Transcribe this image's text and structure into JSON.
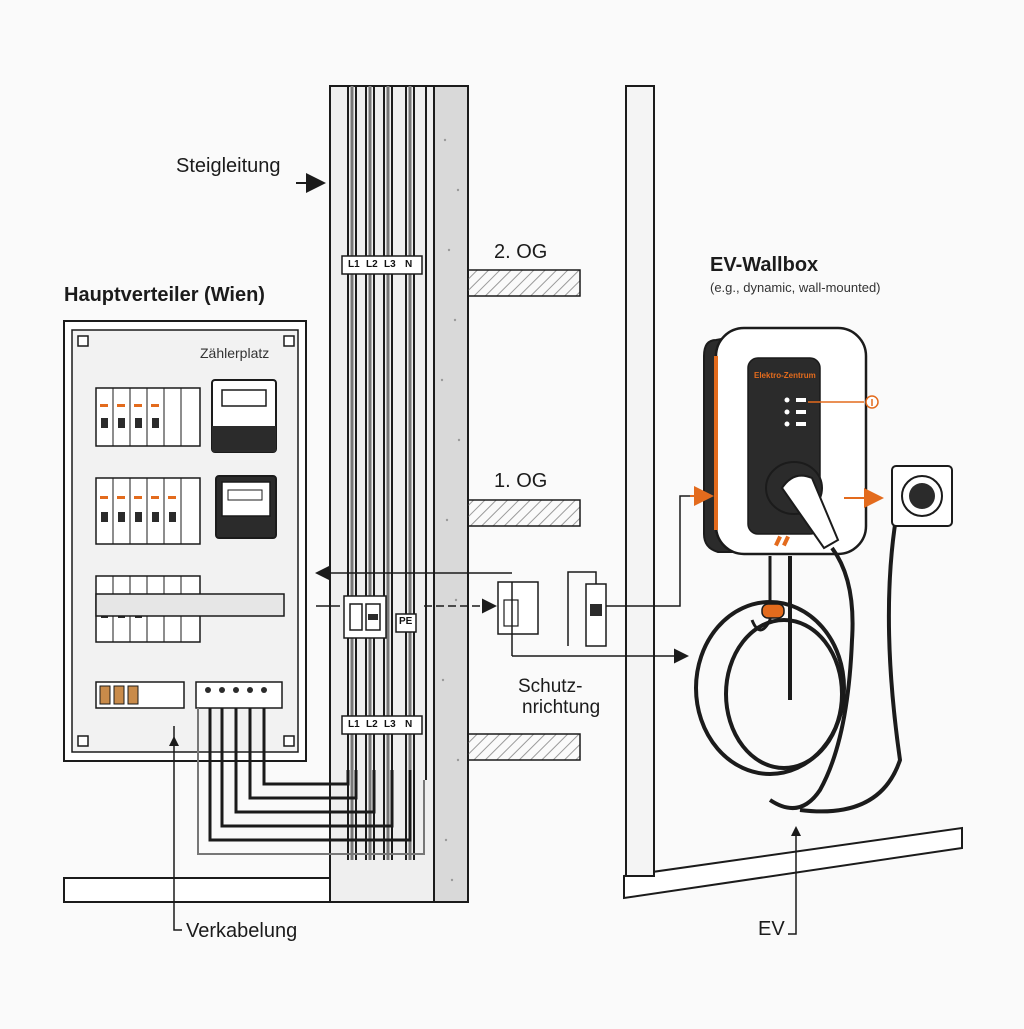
{
  "labels": {
    "steigleitung": "Steigleitung",
    "og2": "2. OG",
    "og1": "1. OG",
    "hauptverteiler": "Hauptverteiler (Wien)",
    "zaehlerplatz": "Zählerplatz",
    "wallbox_title": "EV-Wallbox",
    "wallbox_sub": "(e.g., dynamic, wall-mounted)",
    "schutz_line1": "Schutz-",
    "schutz_line2": "nrichtung",
    "verkabelung": "Verkabelung",
    "ev": "EV",
    "pe": "PE",
    "phases": [
      "L1",
      "L2",
      "L3",
      "N"
    ],
    "brand": "Elektro-Zentrum"
  },
  "colors": {
    "accent": "#e36b1d",
    "line": "#1b1b1b",
    "wall": "#d9d9d9",
    "device_dark": "#2b2b2b"
  },
  "icons": [
    "arrow-right-icon",
    "arrow-left-icon",
    "arrow-up-icon",
    "info-icon",
    "socket-icon"
  ]
}
